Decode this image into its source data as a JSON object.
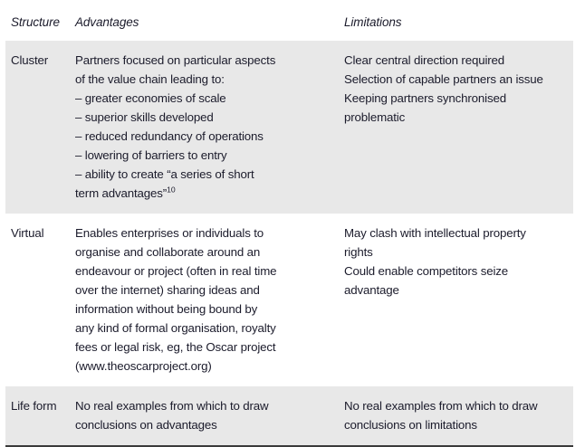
{
  "table": {
    "headers": {
      "structure": "Structure",
      "advantages": "Advantages",
      "limitations": "Limitations"
    },
    "rows": [
      {
        "structure": "Cluster",
        "advantages_lines": [
          "Partners focused on particular aspects",
          "of the value chain leading to:",
          "– greater economies of scale",
          "– superior skills developed",
          "– reduced redundancy of operations",
          "– lowering of barriers to entry",
          "– ability to create “a series of short",
          "term advantages”"
        ],
        "advantages_note_ref": "10",
        "limitations_lines": [
          "Clear central direction required",
          "Selection of capable partners an issue",
          "Keeping partners synchronised",
          "problematic"
        ],
        "shaded": true
      },
      {
        "structure": "Virtual",
        "advantages_lines": [
          "Enables enterprises or individuals to",
          "organise and collaborate around an",
          "endeavour or project (often in real time",
          "over the internet) sharing ideas and",
          "information without being bound by",
          "any kind of formal organisation, royalty",
          "fees or legal risk, eg, the Oscar project",
          "(www.theoscarproject.org)"
        ],
        "advantages_note_ref": "",
        "limitations_lines": [
          "May clash with intellectual property",
          "rights",
          "Could enable competitors seize",
          "advantage"
        ],
        "shaded": false
      },
      {
        "structure": "Life form",
        "advantages_lines": [
          "No real examples from which to draw",
          "conclusions on advantages"
        ],
        "advantages_note_ref": "",
        "limitations_lines": [
          "No real examples from which to draw",
          "conclusions on limitations"
        ],
        "shaded": true
      }
    ]
  },
  "colors": {
    "text": "#1b1b2b",
    "shaded_row_background": "#e8e8e8",
    "plain_row_background": "#ffffff",
    "bottom_rule": "#3a3a3a"
  }
}
